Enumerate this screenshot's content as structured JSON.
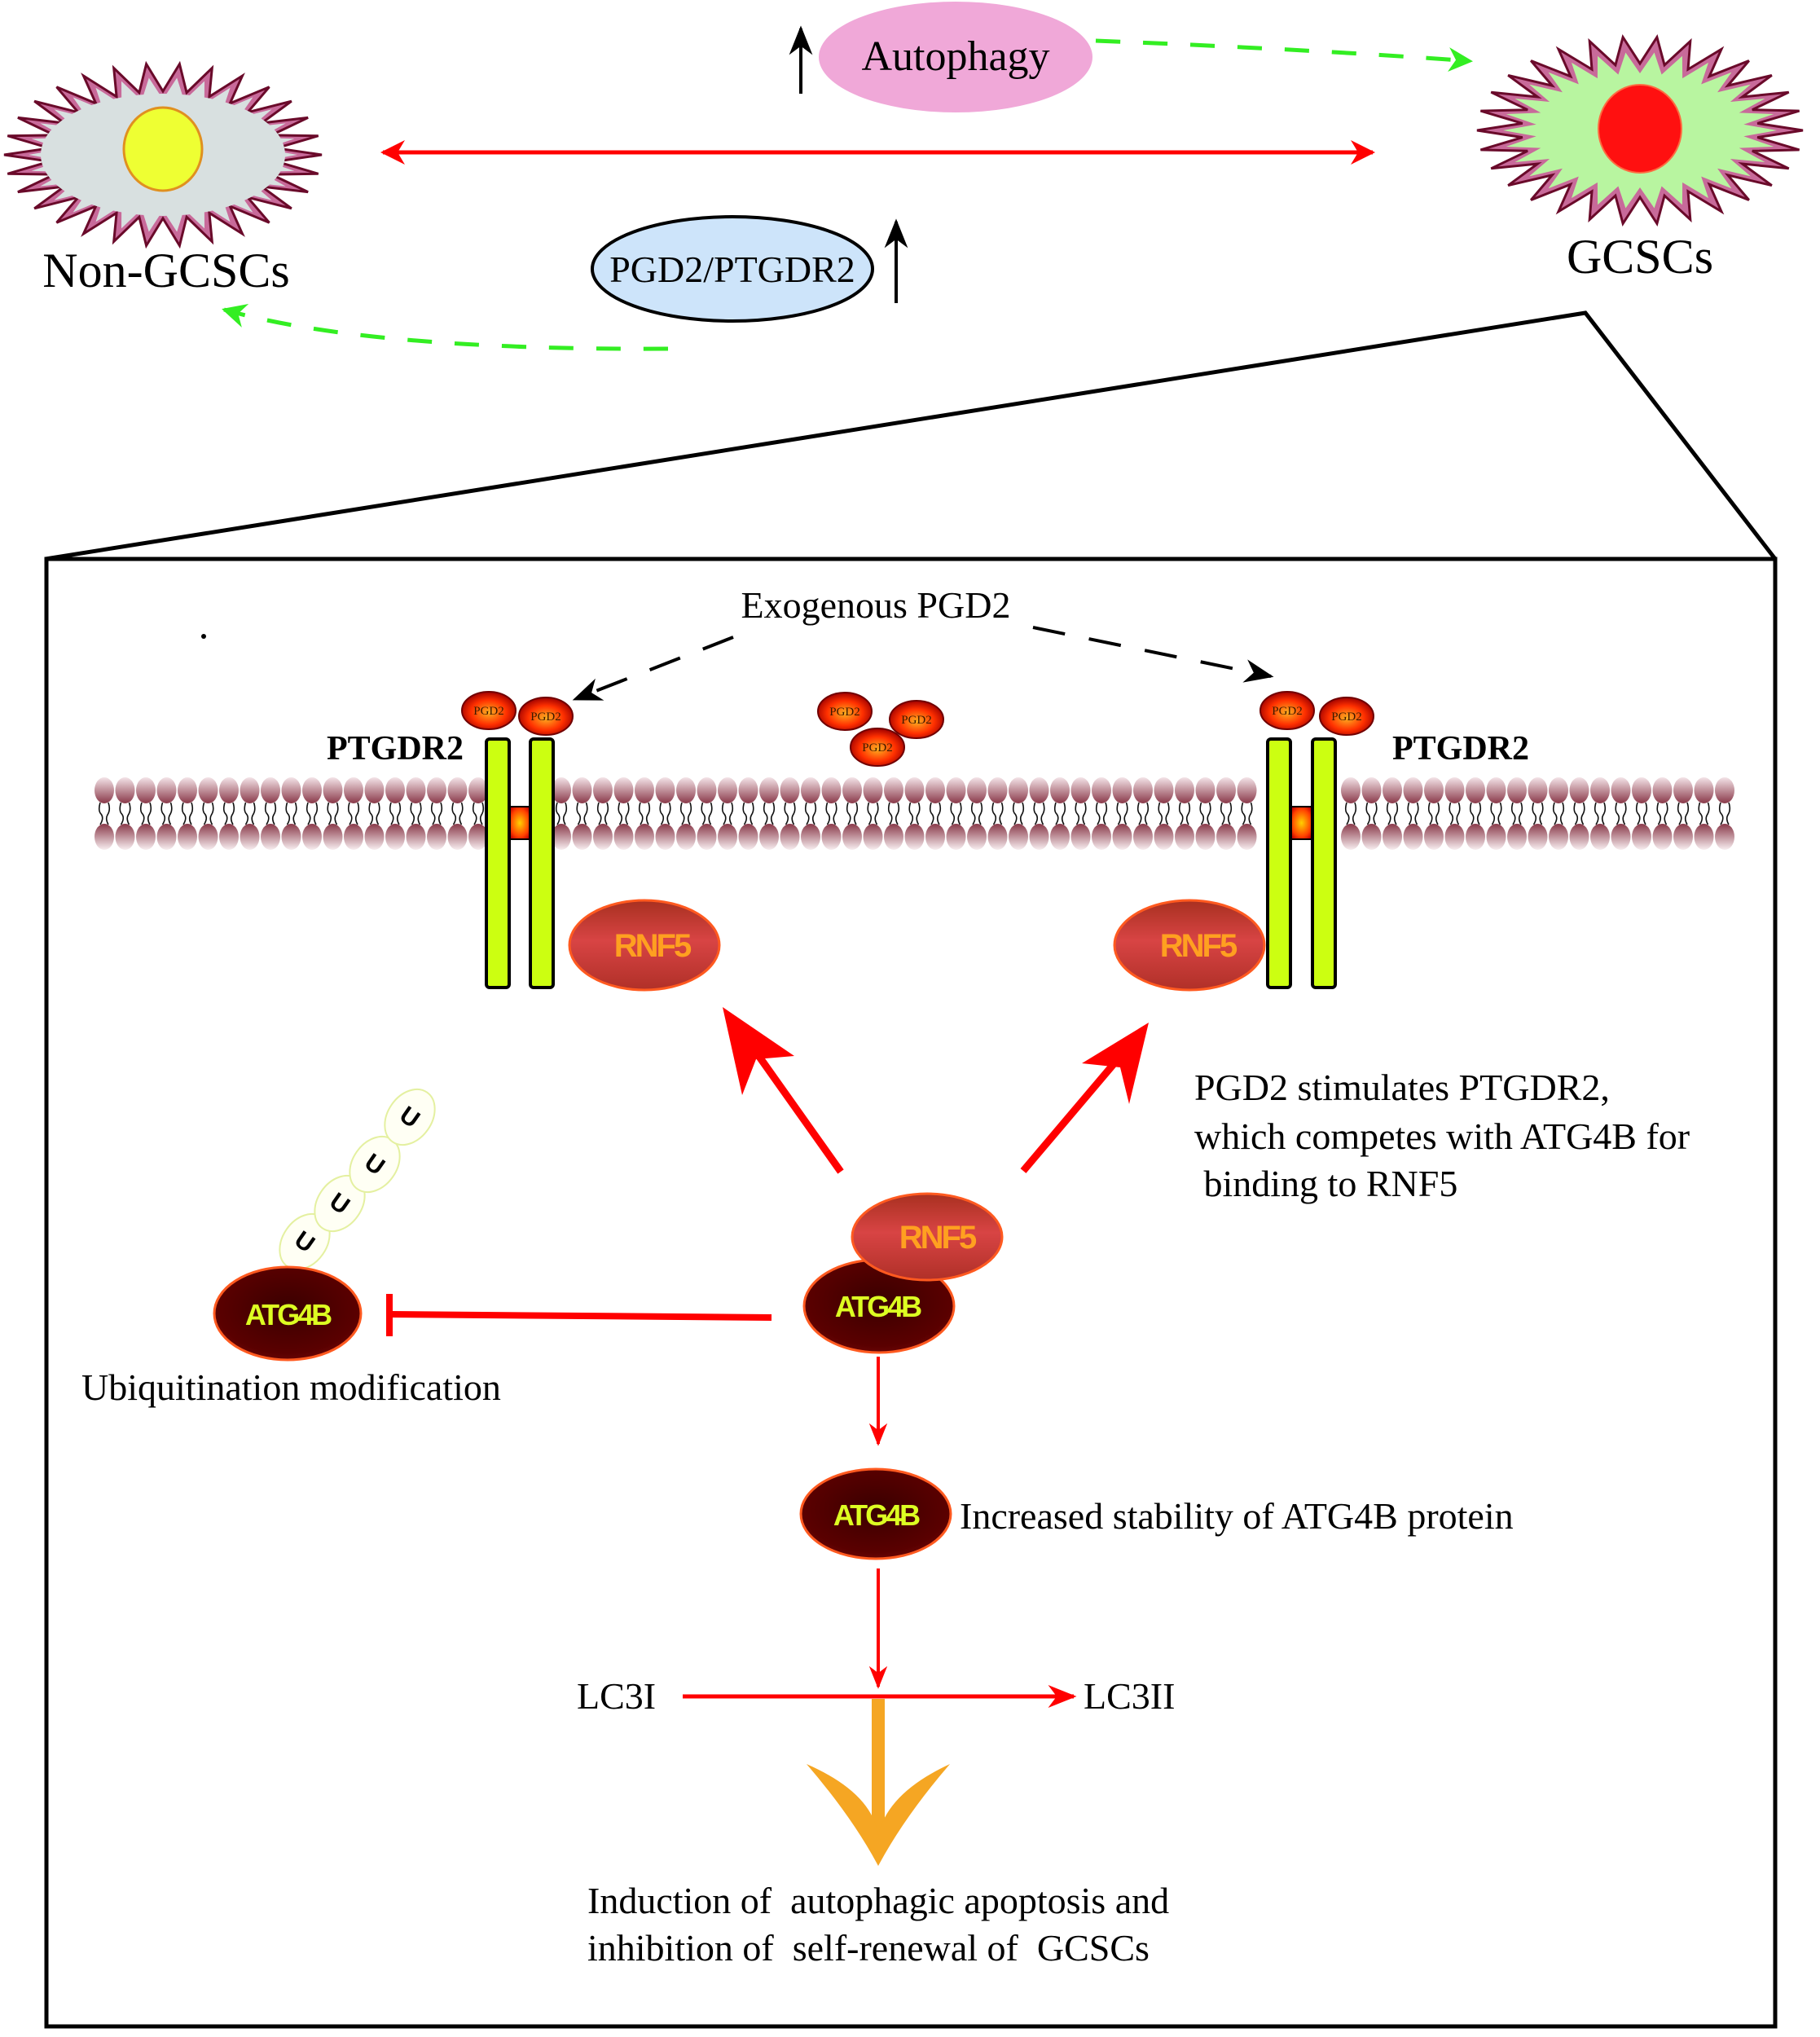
{
  "figure": {
    "top_panel": {
      "non_gcsc_label": "Non-GCSCs",
      "gcsc_label": "GCSCs",
      "autophagy_label": "Autophagy",
      "pgd2_ptgdr2_label": "PGD2/PTGDR2",
      "autophagy_trend": "up",
      "pgd2_ptgdr2_trend": "up"
    },
    "zoom_panel": {
      "exogenous_label": "Exogenous PGD2",
      "receptor_label": "PTGDR2",
      "ligand_label": "PGD2",
      "rnf5_label": "RNF5",
      "atg4b_label": "ATG4B",
      "ubiquitin_glyph": "U",
      "ubiquitination_label": "Ubiquitination modification",
      "competition_text": [
        "PGD2 stimulates PTGDR2,",
        "which competes with ATG4B for",
        " binding to RNF5"
      ],
      "stability_label": "Increased stability of ATG4B protein",
      "lc3i_label": "LC3I",
      "lc3ii_label": "LC3II",
      "outcome_text": [
        "Induction of  autophagic apoptosis and",
        "inhibition of  self-renewal of  GCSCs"
      ]
    },
    "colors": {
      "red_arrow": "#ff0000",
      "green_dashed": "#33ee22",
      "autophagy_fill": "#f0a8d8",
      "pgd2_ptgdr2_fill": "#cde4fa",
      "receptor_fill": "#ccff11",
      "rnf5_fill": "#d84040",
      "rnf5_text": "#ffa020",
      "atg4b_fill": "#5a0000",
      "atg4b_text": "#ddff22",
      "orange_arrow": "#f5a623",
      "non_gcsc_cytoplasm": "#d8e0e0",
      "non_gcsc_nucleus": "#eeff33",
      "gcsc_cytoplasm": "#b8f5a0",
      "gcsc_nucleus": "#ff1010",
      "membrane_head": "#9a4a5a"
    }
  }
}
